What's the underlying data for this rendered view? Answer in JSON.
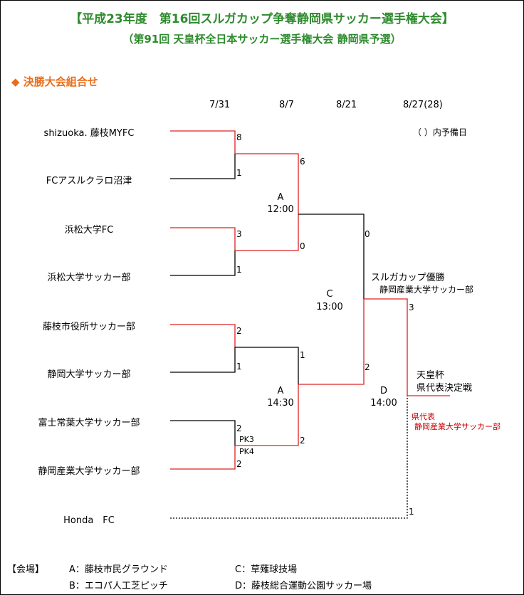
{
  "header": {
    "title": "【平成23年度　第16回スルガカップ争奪静岡県サッカー選手権大会】",
    "subtitle": "（第91回 天皇杯全日本サッカー選手権大会 静岡県予選）",
    "section": "◆ 決勝大会組合せ"
  },
  "dates": [
    "7/31",
    "8/7",
    "8/21",
    "8/27(28)"
  ],
  "reserve_note": "（ ）内予備日",
  "teams": [
    "shizuoka. 藤枝MYFC",
    "FCアスルクラロ沼津",
    "浜松大学FC",
    "浜松大学サッカー部",
    "藤枝市役所サッカー部",
    "静岡大学サッカー部",
    "富士常葉大学サッカー部",
    "静岡産業大学サッカー部",
    "Honda　FC"
  ],
  "scores": {
    "r1m1": [
      "8",
      "1"
    ],
    "r1m2": [
      "3",
      "1"
    ],
    "r1m3": [
      "2",
      "1"
    ],
    "r1m4": [
      "2",
      "2"
    ],
    "r1m4_pk": [
      "PK3",
      "PK4"
    ],
    "r2m1": [
      "6",
      "0"
    ],
    "r2m2": [
      "1",
      "2"
    ],
    "semi": [
      "0",
      "2"
    ],
    "final": [
      "3",
      "1"
    ]
  },
  "venues_time": {
    "a_upper": [
      "A",
      "12:00"
    ],
    "a_lower": [
      "A",
      "14:30"
    ],
    "c": [
      "C",
      "13:00"
    ],
    "d": [
      "D",
      "14:00"
    ]
  },
  "results": {
    "suruga_title": "スルガカップ優勝",
    "suruga_winner": "静岡産業大学サッカー部",
    "emperor_title_1": "天皇杯",
    "emperor_title_2": "県代表決定戦",
    "rep_label": "県代表",
    "rep_team": "静岡産業大学サッカー部"
  },
  "venues": {
    "label": "【会場】",
    "a": "A：藤枝市民グラウンド",
    "b": "B：エコパ人工芝ピッチ",
    "c": "C：草薙球技場",
    "d": "D：藤枝総合運動公園サッカー場"
  },
  "colors": {
    "title": "#2e8b2e",
    "section": "#e86d1a",
    "win_line": "#e02020",
    "rep_text": "#cc0000"
  }
}
